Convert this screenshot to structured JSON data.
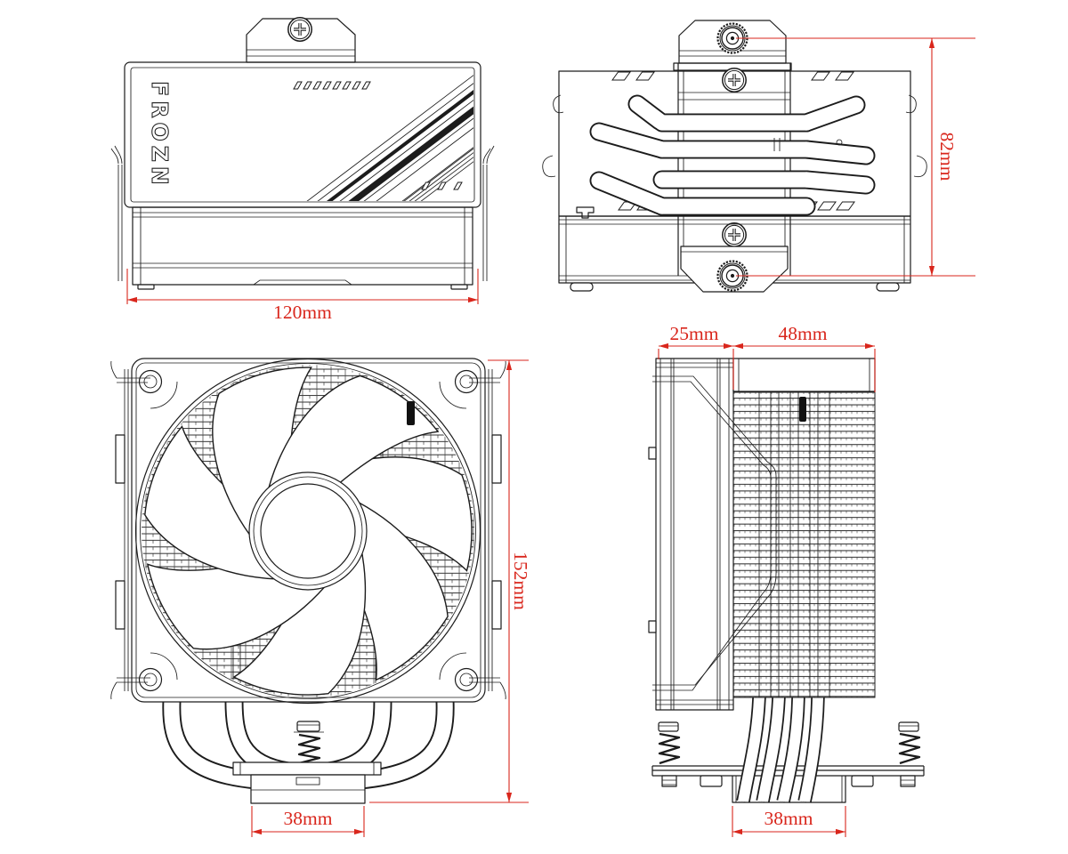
{
  "drawing": {
    "brand": "FROZN",
    "background_color": "#ffffff",
    "line_color": "#1c1c1c",
    "dimension_color": "#d9261c",
    "views": {
      "top_view": {
        "width_dim": "120mm"
      },
      "bottom_view": {
        "height_dim": "82mm"
      },
      "front_view": {
        "height_dim": "152mm",
        "base_width_dim": "38mm"
      },
      "side_view": {
        "fan_thickness_dim": "25mm",
        "heatsink_depth_dim": "48mm",
        "base_width_dim": "38mm"
      }
    }
  }
}
